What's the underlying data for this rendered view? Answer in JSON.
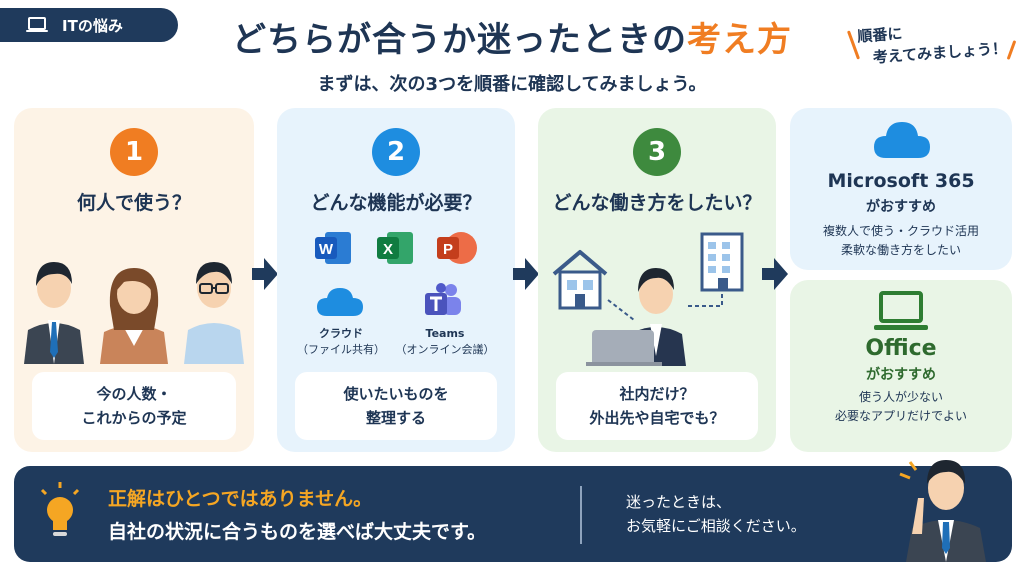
{
  "tag": {
    "label": "ITの悩み"
  },
  "header": {
    "title_main": "どちらが合うか迷ったときの",
    "title_accent": "考え方",
    "subtitle": "まずは、次の3つを順番に確認してみましょう。"
  },
  "note": {
    "line1": "順番に",
    "line2": "考えてみましょう！"
  },
  "steps": [
    {
      "number": "1",
      "question": "何人で使う？",
      "answer_line1": "今の人数・",
      "answer_line2": "これからの予定"
    },
    {
      "number": "2",
      "question": "どんな機能が必要？",
      "answer_line1": "使いたいものを",
      "answer_line2": "整理する"
    },
    {
      "number": "3",
      "question": "どんな働き方をしたい？",
      "answer_line1": "社内だけ？",
      "answer_line2": "外出先や自宅でも？"
    }
  ],
  "apps": {
    "word": "W",
    "excel": "X",
    "powerpoint": "P",
    "cloud_label": "クラウド",
    "cloud_sub": "（ファイル共有）",
    "teams_label": "Teams",
    "teams_sub": "（オンライン会議）"
  },
  "results": {
    "m365": {
      "title": "Microsoft 365",
      "sub": "がおすすめ",
      "desc1": "複数人で使う・クラウド活用",
      "desc2": "柔軟な働き方をしたい"
    },
    "office": {
      "title": "Office",
      "sub": "がおすすめ",
      "desc1": "使う人が少ない",
      "desc2": "必要なアプリだけでよい"
    }
  },
  "banner": {
    "line1": "正解はひとつではありません。",
    "line2": "自社の状況に合うものを選べば大丈夫です。",
    "side1": "迷ったときは、",
    "side2": "お気軽にご相談ください。"
  },
  "colors": {
    "navy": "#1f3a5c",
    "orange": "#f07d22",
    "blue": "#1e8de0",
    "green": "#3e8a3e"
  }
}
